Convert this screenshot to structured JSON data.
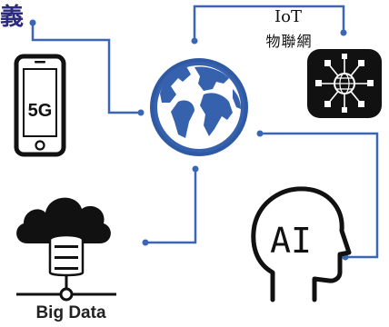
{
  "heading": "義",
  "phone": {
    "label": "5G"
  },
  "iot": {
    "title": "IoT",
    "subtitle": "物聯網"
  },
  "ai": {
    "label": "AI"
  },
  "bigdata": {
    "label": "Big Data"
  },
  "colors": {
    "connector": "#3a66b5",
    "globe": "#3561ad",
    "heading": "#2b2b80",
    "icon_dark": "#111111"
  },
  "icons": [
    "smartphone-icon",
    "globe-icon",
    "iot-network-icon",
    "ai-head-icon",
    "cloud-database-icon"
  ]
}
